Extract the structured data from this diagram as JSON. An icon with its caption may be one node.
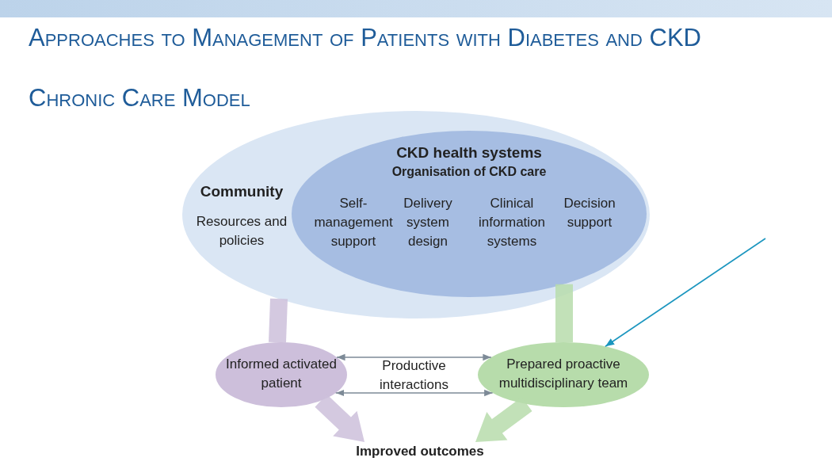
{
  "diagram": {
    "title": "Approaches to Management of Patients with Diabetes and CKD",
    "caption": "Chronic Care Model",
    "nodes": [
      {
        "text": [
          "Community",
          "Resources and policies"
        ]
      },
      {
        "text": [
          "CKD health systems",
          "Organisation of CKD care",
          "Self-management support",
          "Delivery system design",
          "Clinical information systems",
          "Decision support"
        ],
        "in": 0
      },
      {
        "text": [
          "Informed activated patient"
        ]
      },
      {
        "text": [
          "Prepared proactive multidisciplinary team"
        ]
      },
      {
        "text": [
          "Improved outcomes"
        ]
      }
    ],
    "edges": [
      {
        "from": 0,
        "to": 2,
        "arrow": "none",
        "style": "thick",
        "color": "#cdbfdb"
      },
      {
        "from": 1,
        "to": 3,
        "arrow": "none",
        "style": "thick",
        "color": "#b7dcab"
      },
      {
        "from": 2,
        "to": 3,
        "arrow": "both",
        "color": "#7d8a97"
      },
      {
        "from": 2,
        "to": 3,
        "arrow": "both",
        "color": "#7d8a97"
      },
      {
        "from": 2,
        "to": 4,
        "arrow": "to",
        "style": "thick",
        "color": "#cdbfdb"
      },
      {
        "from": 3,
        "to": 4,
        "arrow": "to",
        "style": "thick",
        "color": "#b7dcab"
      },
      {
        "from": null,
        "to": 3,
        "arrow": "to",
        "color": "#1b96bf"
      }
    ],
    "labels": [
      "Productive interactions"
    ]
  }
}
